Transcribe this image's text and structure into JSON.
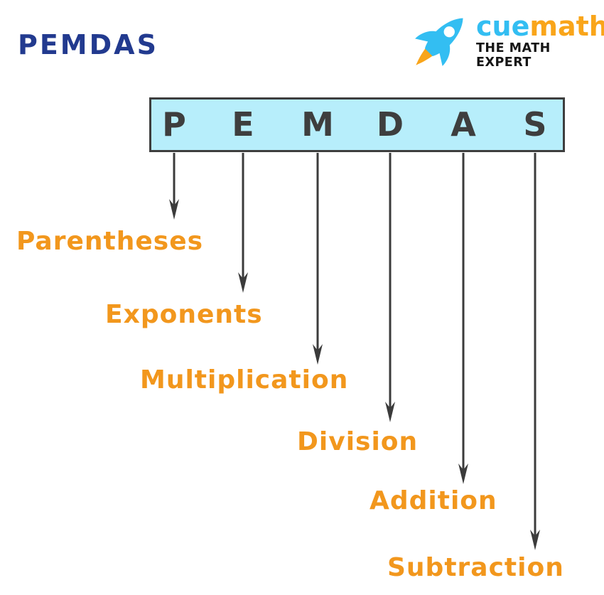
{
  "page": {
    "title": "PEMDAS"
  },
  "logo": {
    "brand_part1": "cue",
    "brand_part2": "math",
    "tagline": "THE MATH EXPERT"
  },
  "diagram": {
    "letters": [
      "P",
      "E",
      "M",
      "D",
      "A",
      "S"
    ],
    "terms": [
      "Parentheses",
      "Exponents",
      "Multiplication",
      "Division",
      "Addition",
      "Subtraction"
    ]
  },
  "colors": {
    "title_navy": "#223A8F",
    "logo_blue": "#33BEF2",
    "logo_orange": "#F9A51A",
    "tagline_black": "#151515",
    "box_fill": "#B7EEFB",
    "box_border": "#3E3E3E",
    "letter_dark": "#3E3E3E",
    "arrow_dark": "#3B3B3B",
    "term_orange": "#F2971D"
  }
}
